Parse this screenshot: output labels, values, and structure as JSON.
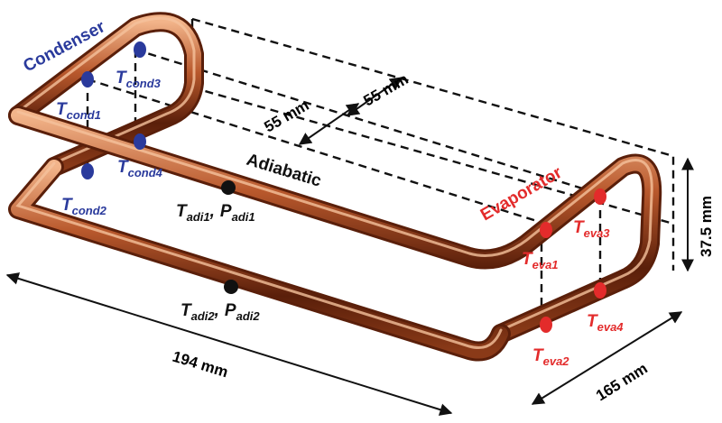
{
  "colors": {
    "condenser": "#2a3a9c",
    "evaporator": "#e32b2b",
    "adiabatic": "#111111",
    "pipe_dark": "#5a1f0a",
    "pipe_mid": "#b8582c",
    "pipe_light": "#f2b48a"
  },
  "sections": {
    "condenser": "Condenser",
    "adiabatic": "Adiabatic",
    "evaporator": "Evaporator"
  },
  "dimensions": {
    "length": "194 mm",
    "width": "165 mm",
    "height": "37.5 mm",
    "spacing_left": "55 mm",
    "spacing_right": "55 mm"
  },
  "sensors": {
    "cond1": {
      "base": "T",
      "sub": "cond1"
    },
    "cond2": {
      "base": "T",
      "sub": "cond2"
    },
    "cond3": {
      "base": "T",
      "sub": "cond3"
    },
    "cond4": {
      "base": "T",
      "sub": "cond4"
    },
    "adi1": {
      "t_base": "T",
      "t_sub": "adi1",
      "sep": ",",
      "p_base": "P",
      "p_sub": "adi1"
    },
    "adi2": {
      "t_base": "T",
      "t_sub": "adi2",
      "sep": ",",
      "p_base": "P",
      "p_sub": "adi2"
    },
    "eva1": {
      "base": "T",
      "sub": "eva1"
    },
    "eva2": {
      "base": "T",
      "sub": "eva2"
    },
    "eva3": {
      "base": "T",
      "sub": "eva3"
    },
    "eva4": {
      "base": "T",
      "sub": "eva4"
    }
  }
}
